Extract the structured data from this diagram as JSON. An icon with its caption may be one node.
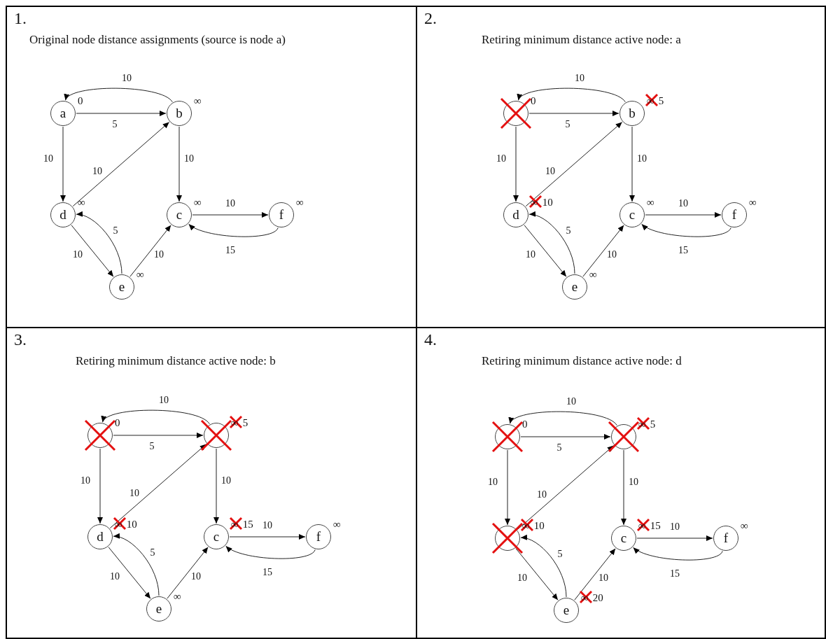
{
  "diagram": {
    "nodes": [
      {
        "text": [
          "1.",
          "Original node distance assignments (source is node a)"
        ]
      },
      {
        "text": [
          "2.",
          "Retiring minimum distance active node: a"
        ]
      },
      {
        "text": [
          "3.",
          "Retiring minimum distance active node: b"
        ]
      },
      {
        "text": [
          "4.",
          "Retiring minimum distance active node: d"
        ]
      },
      {
        "text": [
          "a"
        ],
        "in": 0,
        "beside": [
          "0"
        ]
      },
      {
        "text": [
          "b"
        ],
        "in": 0,
        "beside": [
          "∞"
        ]
      },
      {
        "text": [
          "d"
        ],
        "in": 0,
        "beside": [
          "∞"
        ]
      },
      {
        "text": [
          "c"
        ],
        "in": 0,
        "beside": [
          "∞"
        ]
      },
      {
        "text": [
          "f"
        ],
        "in": 0,
        "beside": [
          "∞"
        ]
      },
      {
        "text": [
          "e"
        ],
        "in": 0,
        "beside": [
          "∞"
        ]
      },
      {
        "text": [],
        "in": 1,
        "beside": [
          "0"
        ],
        "shape": "cross"
      },
      {
        "text": [
          "b"
        ],
        "in": 1,
        "beside": [
          "∞",
          "5"
        ]
      },
      {
        "text": [
          "d"
        ],
        "in": 1,
        "beside": [
          "∞",
          "10"
        ]
      },
      {
        "text": [
          "c"
        ],
        "in": 1,
        "beside": [
          "∞"
        ]
      },
      {
        "text": [
          "f"
        ],
        "in": 1,
        "beside": [
          "∞"
        ]
      },
      {
        "text": [
          "e"
        ],
        "in": 1,
        "beside": [
          "∞"
        ]
      },
      {
        "text": [],
        "in": 2,
        "beside": [
          "0"
        ],
        "shape": "cross"
      },
      {
        "text": [],
        "in": 2,
        "beside": [
          "∞",
          "5"
        ],
        "shape": "cross"
      },
      {
        "text": [
          "d"
        ],
        "in": 2,
        "beside": [
          "∞",
          "10"
        ]
      },
      {
        "text": [
          "c"
        ],
        "in": 2,
        "beside": [
          "∞",
          "15"
        ]
      },
      {
        "text": [
          "f"
        ],
        "in": 2,
        "beside": [
          "∞"
        ]
      },
      {
        "text": [
          "e"
        ],
        "in": 2,
        "beside": [
          "∞"
        ]
      },
      {
        "text": [],
        "in": 3,
        "beside": [
          "0"
        ],
        "shape": "cross"
      },
      {
        "text": [],
        "in": 3,
        "beside": [
          "∞",
          "5"
        ],
        "shape": "cross"
      },
      {
        "text": [],
        "in": 3,
        "beside": [
          "∞",
          "10"
        ],
        "shape": "cross"
      },
      {
        "text": [
          "c"
        ],
        "in": 3,
        "beside": [
          "∞",
          "15"
        ]
      },
      {
        "text": [
          "f"
        ],
        "in": 3,
        "beside": [
          "∞"
        ]
      },
      {
        "text": [
          "e"
        ],
        "in": 3,
        "beside": [
          "∞",
          "20"
        ]
      }
    ],
    "edges": [
      {
        "from": 4,
        "to": 5,
        "arrow": "to",
        "label": "5"
      },
      {
        "from": 5,
        "to": 4,
        "arrow": "to",
        "label": "10"
      },
      {
        "from": 4,
        "to": 6,
        "arrow": "to",
        "label": "10"
      },
      {
        "from": 6,
        "to": 5,
        "arrow": "to",
        "label": "10"
      },
      {
        "from": 5,
        "to": 7,
        "arrow": "to",
        "label": "10"
      },
      {
        "from": 6,
        "to": 9,
        "arrow": "to",
        "label": "10"
      },
      {
        "from": 9,
        "to": 6,
        "arrow": "to",
        "label": "5"
      },
      {
        "from": 9,
        "to": 7,
        "arrow": "to",
        "label": "10"
      },
      {
        "from": 7,
        "to": 8,
        "arrow": "to",
        "label": "10"
      },
      {
        "from": 8,
        "to": 7,
        "arrow": "to",
        "label": "15"
      },
      {
        "from": 10,
        "to": 11,
        "arrow": "to",
        "label": "5"
      },
      {
        "from": 11,
        "to": 10,
        "arrow": "to",
        "label": "10"
      },
      {
        "from": 10,
        "to": 12,
        "arrow": "to",
        "label": "10"
      },
      {
        "from": 12,
        "to": 11,
        "arrow": "to",
        "label": "10"
      },
      {
        "from": 11,
        "to": 13,
        "arrow": "to",
        "label": "10"
      },
      {
        "from": 12,
        "to": 15,
        "arrow": "to",
        "label": "10"
      },
      {
        "from": 15,
        "to": 12,
        "arrow": "to",
        "label": "5"
      },
      {
        "from": 15,
        "to": 13,
        "arrow": "to",
        "label": "10"
      },
      {
        "from": 13,
        "to": 14,
        "arrow": "to",
        "label": "10"
      },
      {
        "from": 14,
        "to": 13,
        "arrow": "to",
        "label": "15"
      },
      {
        "from": 16,
        "to": 17,
        "arrow": "to",
        "label": "5"
      },
      {
        "from": 17,
        "to": 16,
        "arrow": "to",
        "label": "10"
      },
      {
        "from": 16,
        "to": 18,
        "arrow": "to",
        "label": "10"
      },
      {
        "from": 18,
        "to": 17,
        "arrow": "to",
        "label": "10"
      },
      {
        "from": 17,
        "to": 19,
        "arrow": "to",
        "label": "10"
      },
      {
        "from": 18,
        "to": 21,
        "arrow": "to",
        "label": "10"
      },
      {
        "from": 21,
        "to": 18,
        "arrow": "to",
        "label": "5"
      },
      {
        "from": 21,
        "to": 19,
        "arrow": "to",
        "label": "10"
      },
      {
        "from": 19,
        "to": 20,
        "arrow": "to",
        "label": "10"
      },
      {
        "from": 20,
        "to": 19,
        "arrow": "to",
        "label": "15"
      },
      {
        "from": 22,
        "to": 23,
        "arrow": "to",
        "label": "5"
      },
      {
        "from": 23,
        "to": 22,
        "arrow": "to",
        "label": "10"
      },
      {
        "from": 22,
        "to": 24,
        "arrow": "to",
        "label": "10"
      },
      {
        "from": 24,
        "to": 23,
        "arrow": "to",
        "label": "10"
      },
      {
        "from": 23,
        "to": 25,
        "arrow": "to",
        "label": "10"
      },
      {
        "from": 24,
        "to": 27,
        "arrow": "to",
        "label": "10"
      },
      {
        "from": 27,
        "to": 24,
        "arrow": "to",
        "label": "5"
      },
      {
        "from": 27,
        "to": 25,
        "arrow": "to",
        "label": "10"
      },
      {
        "from": 25,
        "to": 26,
        "arrow": "to",
        "label": "10"
      },
      {
        "from": 26,
        "to": 25,
        "arrow": "to",
        "label": "15"
      }
    ]
  }
}
